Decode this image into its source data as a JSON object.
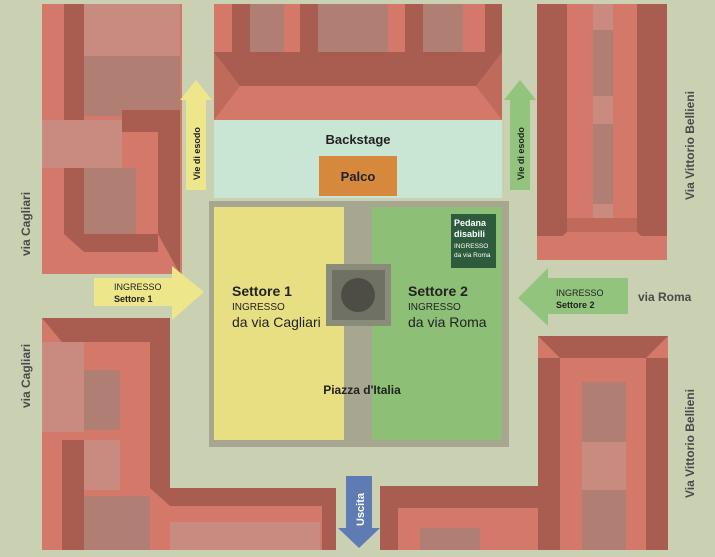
{
  "streets": {
    "west_upper": "via Cagliari",
    "west_lower": "via Cagliari",
    "east_upper": "Via Vittorio Bellieni",
    "east_lower": "Via Vittorio Bellieni",
    "east_middle": "via Roma"
  },
  "backstage": {
    "label": "Backstage"
  },
  "stage": {
    "label": "Palco"
  },
  "square": {
    "label": "Piazza d'Italia"
  },
  "sector1": {
    "title": "Settore 1",
    "entrance": "INGRESSO",
    "from": "da via Cagliari"
  },
  "sector2": {
    "title": "Settore 2",
    "entrance": "INGRESSO",
    "from": "da via Roma"
  },
  "disabled_platform": {
    "line1": "Pedana",
    "line2": "disabili",
    "line3": "INGRESSO",
    "line4": "da via Roma"
  },
  "arrows": {
    "entrance1": {
      "line1": "INGRESSO",
      "line2": "Settore 1"
    },
    "entrance2": {
      "line1": "INGRESSO",
      "line2": "Settore 2"
    },
    "exit_left": "Vie di esodo",
    "exit_right": "Vie di esodo",
    "exit_bottom": "Uscita"
  },
  "colors": {
    "road": "#c9d1b2",
    "roof": "#d4796a",
    "roof_dark": "#a95c50",
    "roof_light": "#c98a7f",
    "sector1": "#e8df82",
    "sector2": "#8dbf77",
    "backstage": "#c9e6d5",
    "stage": "#d6893d",
    "square_border": "#a7a690",
    "platform": "#2d5b3c",
    "arrow_yellow": "#eee68a",
    "arrow_green": "#93c47d",
    "arrow_blue": "#5e7bb3"
  }
}
